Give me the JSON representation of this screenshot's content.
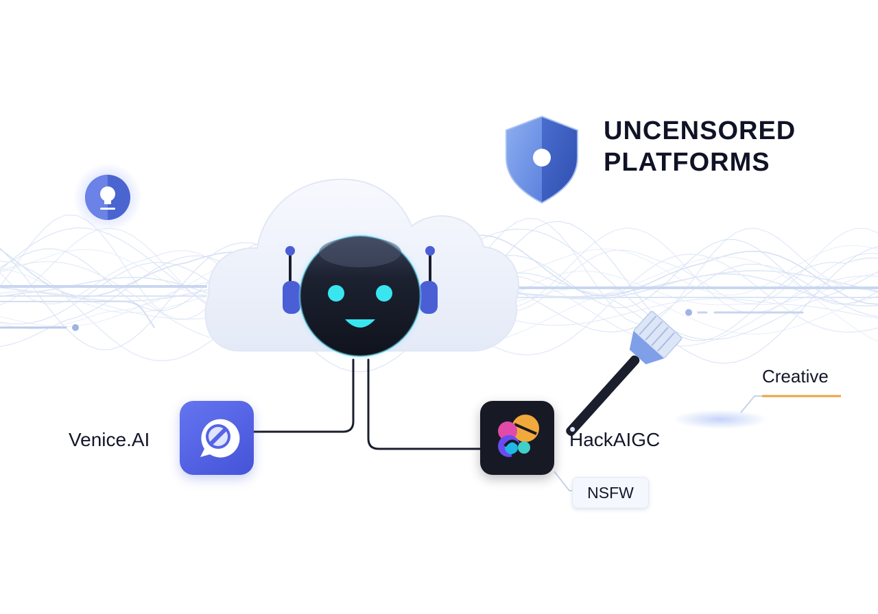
{
  "title": {
    "line1": "UNCENSORED",
    "line2": "PLATFORMS"
  },
  "nodes": {
    "venice": {
      "label": "Venice.AI",
      "icon": "venice-chat-icon",
      "color": "#5563e6"
    },
    "hack": {
      "label": "HackAIGC",
      "icon": "hackaigc-logo-icon",
      "color": "#171a24"
    },
    "creative": {
      "label": "Creative",
      "icon": "brush-icon",
      "accent": "#f0a03c"
    },
    "nsfw": {
      "label": "NSFW"
    }
  },
  "center": {
    "icon": "robot-icon",
    "background": "cloud-icon"
  },
  "decorations": {
    "shield": {
      "icon": "shield-icon",
      "color": "#4a72d4"
    },
    "bulb": {
      "icon": "lightbulb-icon",
      "color": "#4a64d0"
    }
  },
  "colors": {
    "accent_blue": "#4a72d4",
    "robot_eye": "#39e6f0",
    "connector": "#1a1d2c",
    "highlight_orange": "#f0a03c"
  }
}
